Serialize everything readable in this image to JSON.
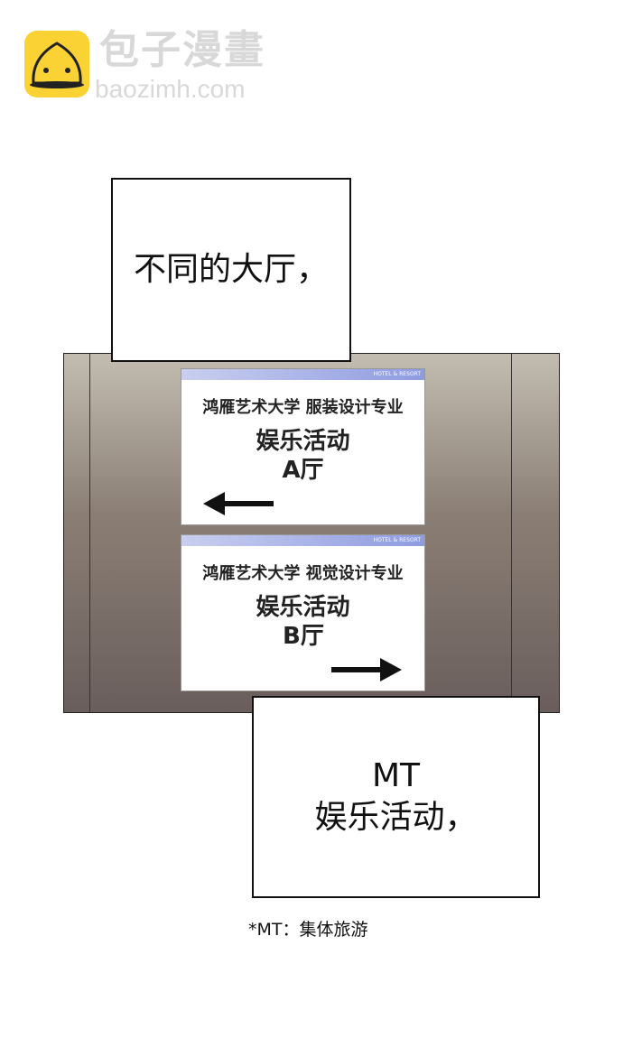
{
  "watermark": {
    "name_cn": "包子漫畫",
    "domain": "baozimh.com"
  },
  "signs": [
    {
      "brand": "HOTEL & RESORT",
      "department": "鸿雁艺术大学 服装设计专业",
      "event": "娱乐活动",
      "hall": "A厅",
      "direction": "left"
    },
    {
      "brand": "HOTEL & RESORT",
      "department": "鸿雁艺术大学 视觉设计专业",
      "event": "娱乐活动",
      "hall": "B厅",
      "direction": "right"
    }
  ],
  "captions": {
    "top": "不同的大厅，",
    "bottom_line1": "MT",
    "bottom_line2": "娱乐活动，"
  },
  "footnote": "*MT：集体旅游"
}
